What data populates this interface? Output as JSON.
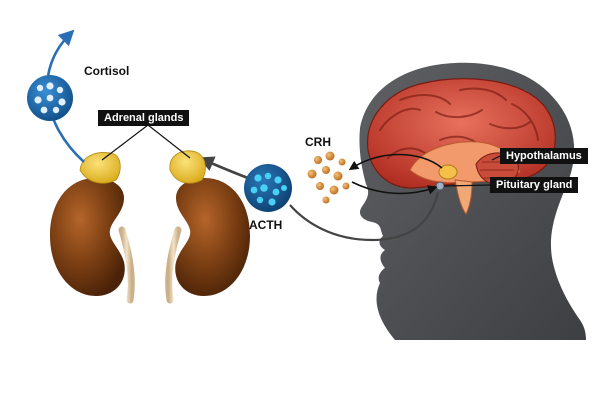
{
  "labels": {
    "cortisol": "Cortisol",
    "adrenal_glands": "Adrenal glands",
    "crh": "CRH",
    "acth": "ACTH",
    "hypothalamus": "Hypothalamus",
    "pituitary_gland": "Pituitary gland"
  },
  "colors": {
    "head": "#505256",
    "brain_cortex": "#c0392b",
    "kidney": "#7b3f13",
    "adrenal": "#e9c22e",
    "hormone_blue": "#1f6fb2",
    "hormone_cyan": "#29b6e6",
    "crh_dots": "#d68a2e",
    "arrow": "#444444",
    "cortisol_arrow": "#2a6fb6"
  }
}
